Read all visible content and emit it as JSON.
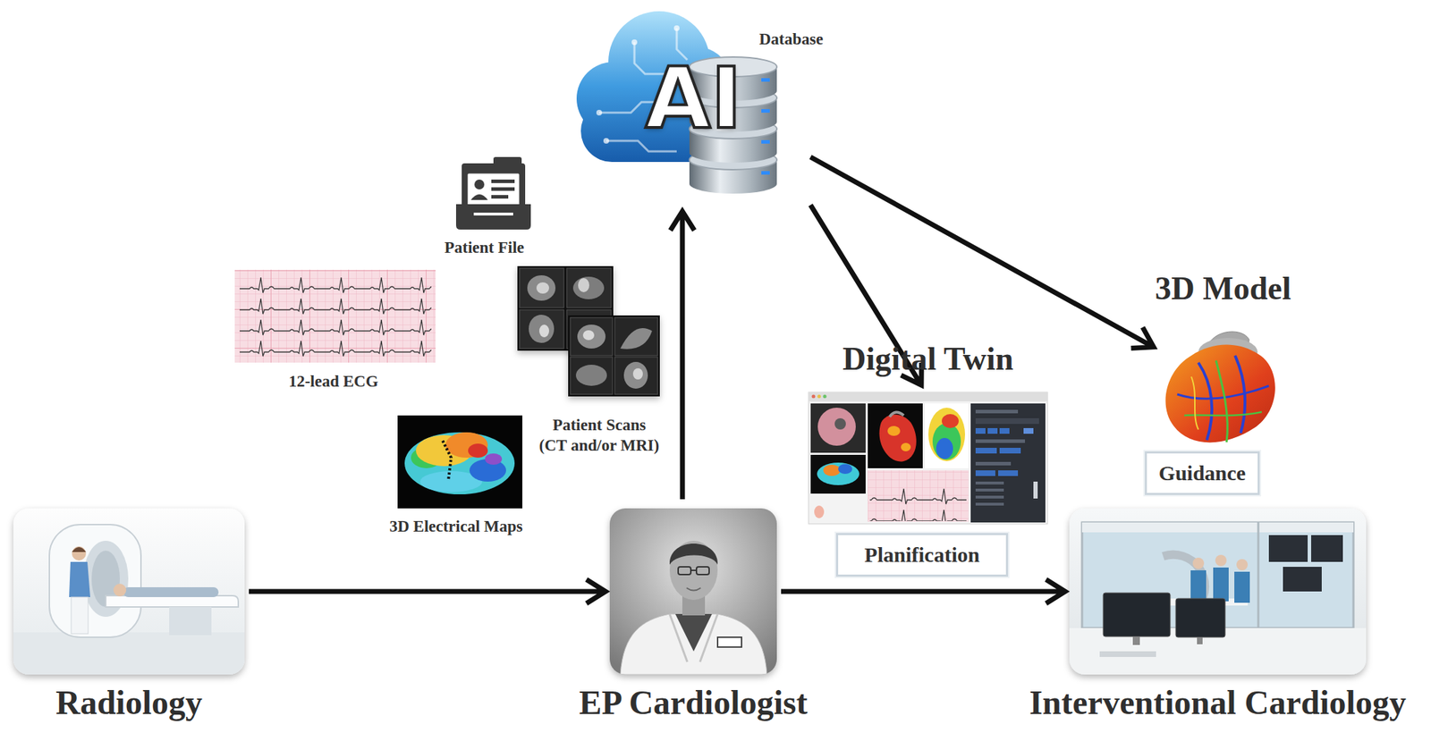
{
  "diagram": {
    "nodes": [
      {
        "text": [
          "AI",
          "Database"
        ]
      },
      {
        "text": [
          "3D Model"
        ]
      },
      {
        "text": [
          "Digital Twin"
        ]
      },
      {
        "text": [
          "Guidance"
        ]
      },
      {
        "text": [
          "Planification"
        ]
      },
      {
        "text": [
          "Radiology"
        ]
      },
      {
        "text": [
          "EP Cardiologist"
        ]
      },
      {
        "text": [
          "Interventional Cardiology"
        ]
      }
    ],
    "edges": [
      {
        "from": 5,
        "to": 6,
        "arrow": "to"
      },
      {
        "from": 6,
        "to": 0,
        "arrow": "to"
      },
      {
        "from": 0,
        "to": 2,
        "arrow": "to"
      },
      {
        "from": 0,
        "to": 1,
        "arrow": "to"
      },
      {
        "from": 6,
        "to": 7,
        "arrow": "to"
      }
    ],
    "labels": [
      "Patient File",
      "12-lead ECG",
      "Patient Scans (CT and/or MRI)",
      "3D Electrical Maps"
    ]
  }
}
